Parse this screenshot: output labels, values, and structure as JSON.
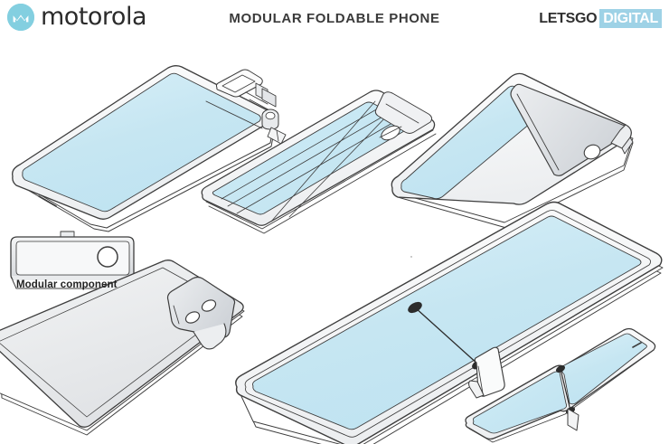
{
  "header": {
    "brand_logo_icon": "motorola-batwing-icon",
    "brand_name": "motorola",
    "title": "MODULAR FOLDABLE PHONE",
    "watermark_primary": "LETSGO",
    "watermark_secondary": "DIGITAL"
  },
  "labels": {
    "modular_component": "Modular component"
  },
  "colors": {
    "screen_blue": "#c7e7f3",
    "screen_blue_light": "#dcf1f8",
    "body_gray": "#e8eaec",
    "module_gray": "#d7dade",
    "outline": "#3d3d3d",
    "brand_cyan": "#83cfe0",
    "watermark_blue": "#9ed2e6",
    "text_dark": "#2f2f2f",
    "page_background": "#ffffff"
  },
  "figures": [
    {
      "id": "fig-unfolded-tablet",
      "name": "Unfolded tablet view with detached module"
    },
    {
      "id": "fig-module-exploded",
      "name": "Exploded modular camera component detail"
    },
    {
      "id": "fig-folded-long",
      "name": "Folded long-bar view"
    },
    {
      "id": "fig-phone-with-module",
      "name": "Phone with modular component attached"
    },
    {
      "id": "fig-modular-component",
      "name": "Modular component standalone"
    },
    {
      "id": "fig-back-panel",
      "name": "Unfolded device rear panel"
    },
    {
      "id": "fig-large-unfolded",
      "name": "Large unfolded display with hinge and kickstand"
    },
    {
      "id": "fig-folded-compact",
      "name": "Compact folded phone with hinge"
    }
  ]
}
